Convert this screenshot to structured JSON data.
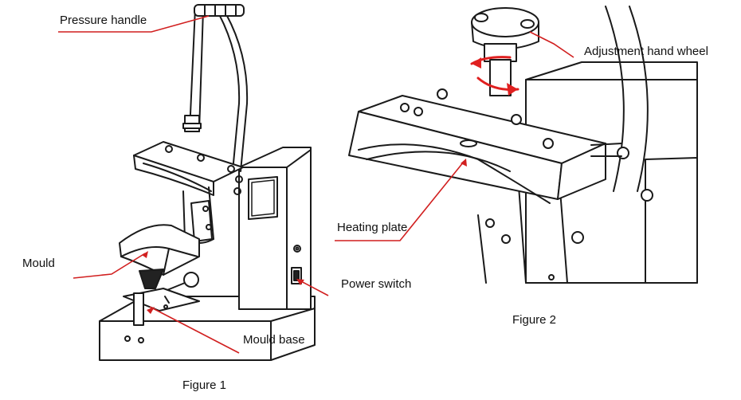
{
  "figure1": {
    "caption": "Figure 1",
    "labels": {
      "pressure_handle": "Pressure handle",
      "mould": "Mould",
      "mould_base": "Mould base",
      "power_switch": "Power switch"
    }
  },
  "figure2": {
    "caption": "Figure 2",
    "labels": {
      "adjustment_hand_wheel": "Adjustment hand wheel",
      "heating_plate": "Heating plate"
    }
  },
  "colors": {
    "leader_line": "#d11f1f",
    "arrow": "#e02020",
    "ink": "#111111"
  }
}
